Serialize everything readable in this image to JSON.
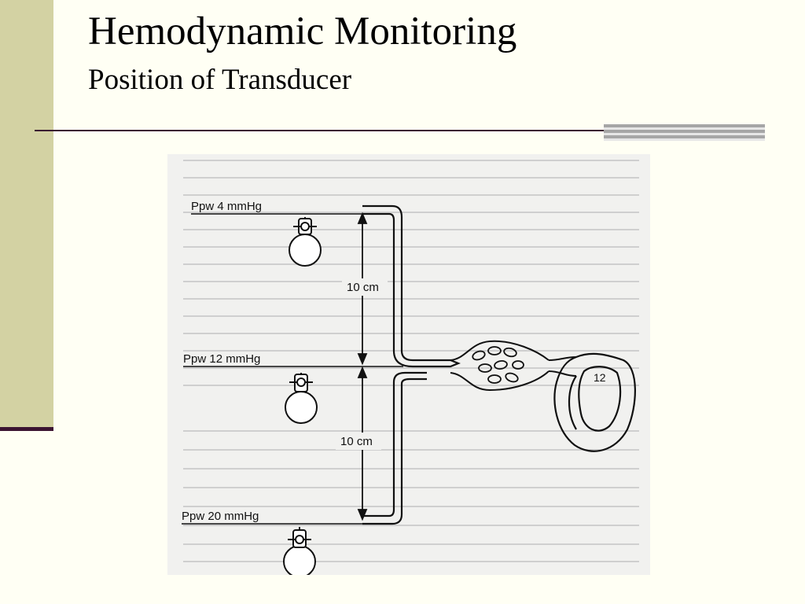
{
  "slide": {
    "title": "Hemodynamic Monitoring",
    "subtitle": "Position of Transducer"
  },
  "colors": {
    "left_band": "#d3d2a3",
    "rule": "#3b1432",
    "figure_bg": "#f1f1ef"
  },
  "figure": {
    "labels": {
      "ppw_top": "Ppw 4 mmHg",
      "ppw_mid": "Ppw 12 mmHg",
      "ppw_bottom": "Ppw 20 mmHg",
      "dist_upper": "10 cm",
      "dist_lower": "10 cm",
      "heart_value": "12"
    }
  }
}
